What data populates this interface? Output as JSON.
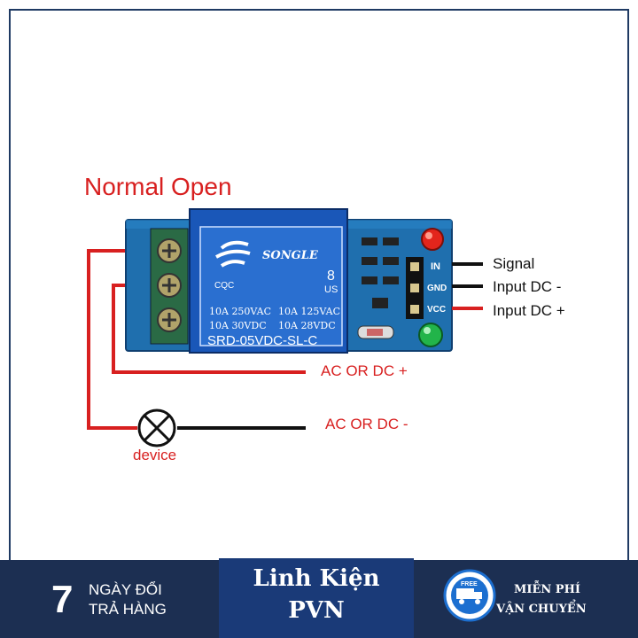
{
  "diagram": {
    "title": "Normal Open",
    "labels": {
      "signal": "Signal",
      "input_dc_minus": "Input DC -",
      "input_dc_plus": "Input DC +",
      "ac_dc_plus": "AC OR DC +",
      "ac_dc_minus": "AC OR DC -",
      "device": "device"
    },
    "relay": {
      "brand": "SONGLE",
      "rating_1": "10A 250VAC",
      "rating_2": "10A 125VAC",
      "rating_3": "10A 30VDC",
      "rating_4": "10A 28VDC",
      "model": "SRD-05VDC-SL-C",
      "number": "8",
      "cqc": "CQC",
      "us": "US"
    },
    "pins": {
      "in": "IN",
      "gnd": "GND",
      "vcc": "VCC"
    },
    "colors": {
      "wire_red": "#d82020",
      "wire_black": "#111111",
      "board": "#1f6fae",
      "relay": "#1a57b8"
    }
  },
  "footer": {
    "left_number": "7",
    "left_line1": "NGÀY ĐỔI",
    "left_line2": "TRẢ HÀNG",
    "center_line1": "Linh Kiện",
    "center_line2": "PVN",
    "right_badge": "FREE",
    "right_line1": "MIỄN PHÍ",
    "right_line2": "VẬN CHUYỂN"
  }
}
